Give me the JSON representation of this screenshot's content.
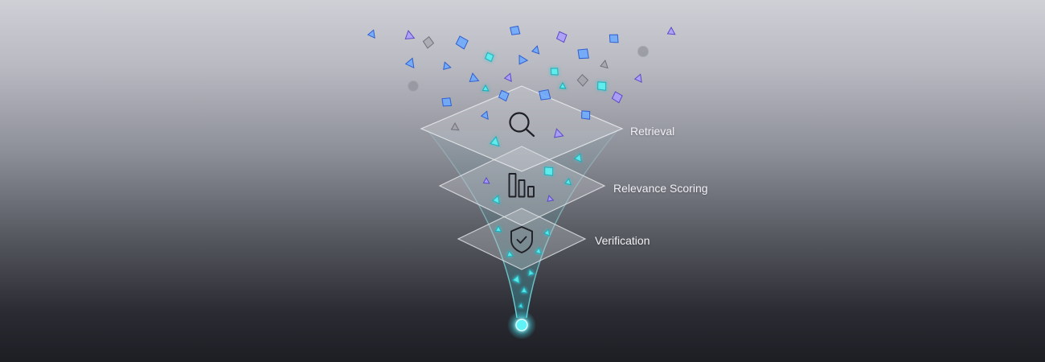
{
  "stages": [
    {
      "label": "Retrieval",
      "icon": "search-icon"
    },
    {
      "label": "Relevance Scoring",
      "icon": "bar-chart-icon"
    },
    {
      "label": "Verification",
      "icon": "shield-check-icon"
    }
  ],
  "colors": {
    "background_top": "#cfd0d6",
    "background_bottom": "#1d1e24",
    "accent_cyan": "#5ef0ee",
    "fragment_blue": "#6aa8ff",
    "fragment_violet": "#a89cff",
    "fragment_gray": "#9a9ca4",
    "output_glow": "#46e4f2"
  }
}
